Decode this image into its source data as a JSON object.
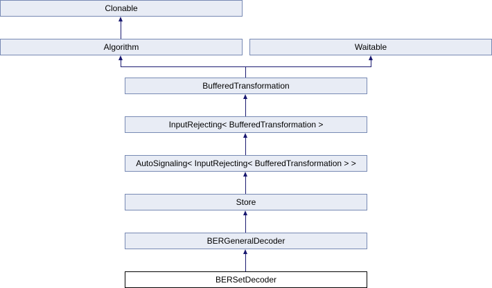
{
  "diagram": {
    "type": "class-inheritance-diagram",
    "current_class": "BERSetDecoder",
    "nodes": [
      {
        "label": "Clonable",
        "current": false
      },
      {
        "label": "Algorithm",
        "current": false
      },
      {
        "label": "Waitable",
        "current": false
      },
      {
        "label": "BufferedTransformation",
        "current": false
      },
      {
        "label": "InputRejecting< BufferedTransformation >",
        "current": false
      },
      {
        "label": "AutoSignaling< InputRejecting< BufferedTransformation > >",
        "current": false
      },
      {
        "label": "Store",
        "current": false
      },
      {
        "label": "BERGeneralDecoder",
        "current": false
      },
      {
        "label": "BERSetDecoder",
        "current": true
      }
    ],
    "edges": [
      {
        "from": "Algorithm",
        "to": "Clonable"
      },
      {
        "from": "BufferedTransformation",
        "to": "Algorithm"
      },
      {
        "from": "BufferedTransformation",
        "to": "Waitable"
      },
      {
        "from": "InputRejecting< BufferedTransformation >",
        "to": "BufferedTransformation"
      },
      {
        "from": "AutoSignaling< InputRejecting< BufferedTransformation > >",
        "to": "InputRejecting< BufferedTransformation >"
      },
      {
        "from": "Store",
        "to": "AutoSignaling< InputRejecting< BufferedTransformation > >"
      },
      {
        "from": "BERGeneralDecoder",
        "to": "Store"
      },
      {
        "from": "BERSetDecoder",
        "to": "BERGeneralDecoder"
      }
    ],
    "colors": {
      "node_fill": "#e8ecf5",
      "node_border": "#7789b3",
      "current_node_fill": "#ffffff",
      "current_node_border": "#000000",
      "arrow": "#191970",
      "text": "#000000",
      "background": "#ffffff"
    }
  }
}
